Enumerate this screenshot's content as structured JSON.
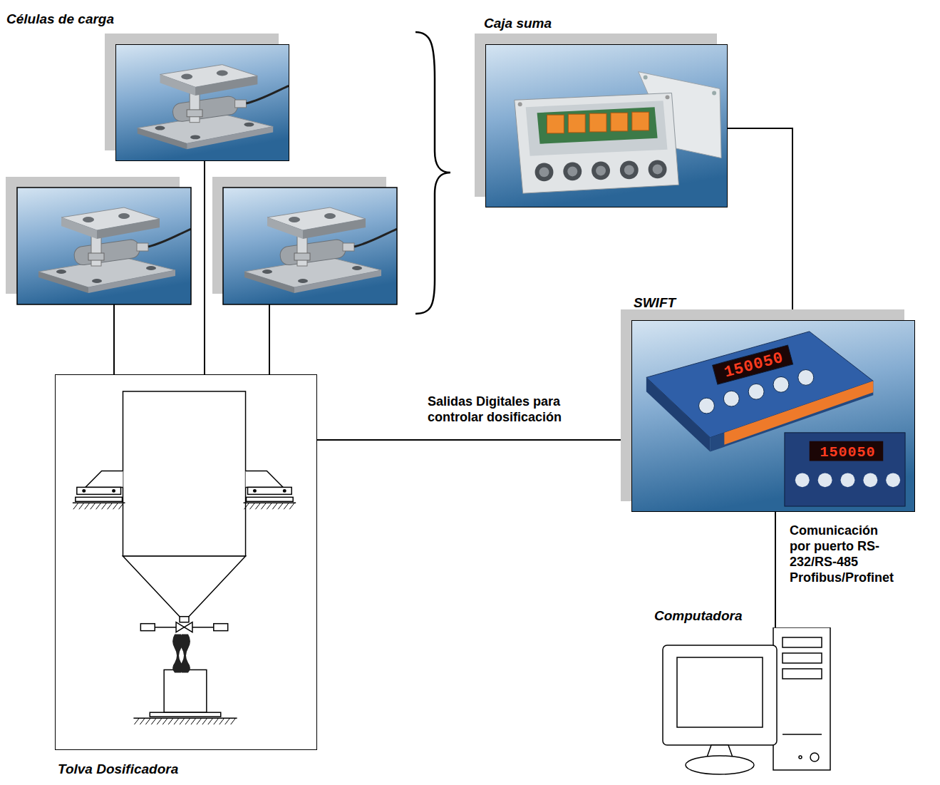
{
  "diagram": {
    "nodes": [
      {
        "text": [
          "Células de carga"
        ]
      },
      {
        "text": [
          "Caja suma"
        ]
      },
      {
        "text": [
          "SWIFT"
        ]
      },
      {
        "text": [
          "Tolva Dosificadora"
        ]
      },
      {
        "text": [
          "Computadora"
        ]
      }
    ],
    "edges": [
      {
        "from": 0,
        "to": 3,
        "arrow": "none"
      },
      {
        "from": 1,
        "to": 2,
        "arrow": "none"
      },
      {
        "from": 3,
        "to": 2,
        "label": "Salidas Digitales para controlar dosificación",
        "arrow": "none"
      },
      {
        "from": 2,
        "to": 4,
        "label": "Comunicación por puerto RS-232/RS-485 Profibus/Profinet",
        "arrow": "none"
      }
    ],
    "labels": [
      "150050",
      "150050"
    ]
  }
}
